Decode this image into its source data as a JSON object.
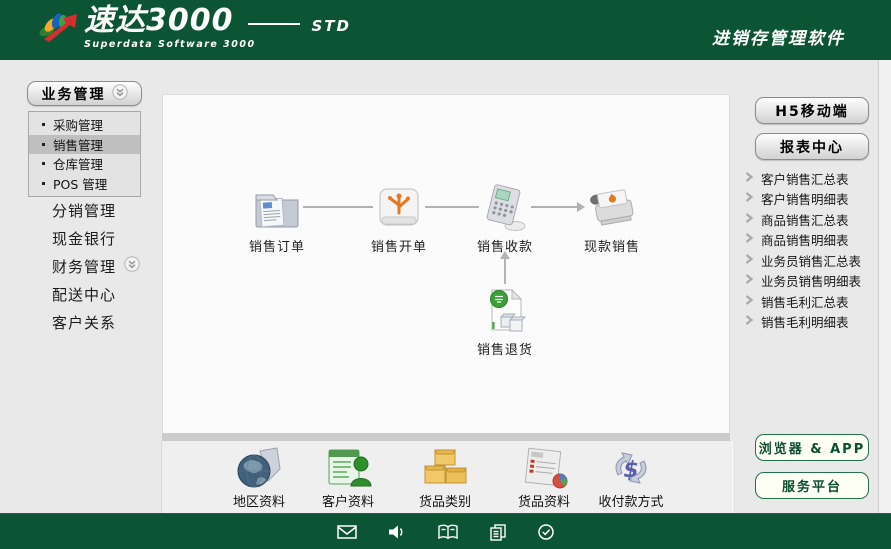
{
  "header": {
    "title": "速达3000",
    "edition": "STD",
    "subtitle": "Superdata Software 3000",
    "tagline": "进销存管理软件"
  },
  "sidebar": {
    "menu_button": "业务管理",
    "submenu": [
      {
        "label": "采购管理",
        "selected": false
      },
      {
        "label": "销售管理",
        "selected": true
      },
      {
        "label": "仓库管理",
        "selected": false
      },
      {
        "label": "POS 管理",
        "selected": false
      }
    ],
    "items": [
      {
        "label": "分销管理",
        "expandable": false
      },
      {
        "label": "现金银行",
        "expandable": false
      },
      {
        "label": "财务管理",
        "expandable": true
      },
      {
        "label": "配送中心",
        "expandable": false
      },
      {
        "label": "客户关系",
        "expandable": false
      }
    ]
  },
  "flow": {
    "steps": [
      {
        "label": "销售订单",
        "icon": "sales-order-folder-icon"
      },
      {
        "label": "销售开单",
        "icon": "sales-billing-icon"
      },
      {
        "label": "销售收款",
        "icon": "sales-receipt-calculator-icon"
      },
      {
        "label": "现款销售",
        "icon": "cash-sale-pos-icon"
      }
    ],
    "branch": {
      "label": "销售退货",
      "icon": "sales-return-document-icon"
    }
  },
  "basics": [
    {
      "label": "地区资料",
      "icon": "region-globe-icon"
    },
    {
      "label": "客户资料",
      "icon": "customer-profile-icon"
    },
    {
      "label": "货品类别",
      "icon": "goods-category-boxes-icon"
    },
    {
      "label": "货品资料",
      "icon": "goods-info-report-icon"
    },
    {
      "label": "收付款方式",
      "icon": "payment-method-icon"
    }
  ],
  "right_panel": {
    "h5_button": "H5移动端",
    "report_center_button": "报表中心",
    "reports": [
      {
        "label": "客户销售汇总表"
      },
      {
        "label": "客户销售明细表"
      },
      {
        "label": "商品销售汇总表"
      },
      {
        "label": "商品销售明细表"
      },
      {
        "label": "业务员销售汇总表"
      },
      {
        "label": "业务员销售明细表"
      },
      {
        "label": "销售毛利汇总表"
      },
      {
        "label": "销售毛利明细表"
      }
    ],
    "browser_app_button": "浏览器 & APP",
    "service_platform_button": "服务平台"
  },
  "footer": {
    "icons": [
      "mail-icon",
      "speaker-icon",
      "help-book-icon",
      "copy-documents-icon",
      "task-check-icon"
    ]
  },
  "colors": {
    "header_green": "#0b5434",
    "page_bg": "#e9e9e9",
    "panel_bg": "#fbfbfb",
    "accent_orange": "#e87722",
    "green_button_border": "#236f49",
    "selected_row": "#bfbfbf"
  }
}
